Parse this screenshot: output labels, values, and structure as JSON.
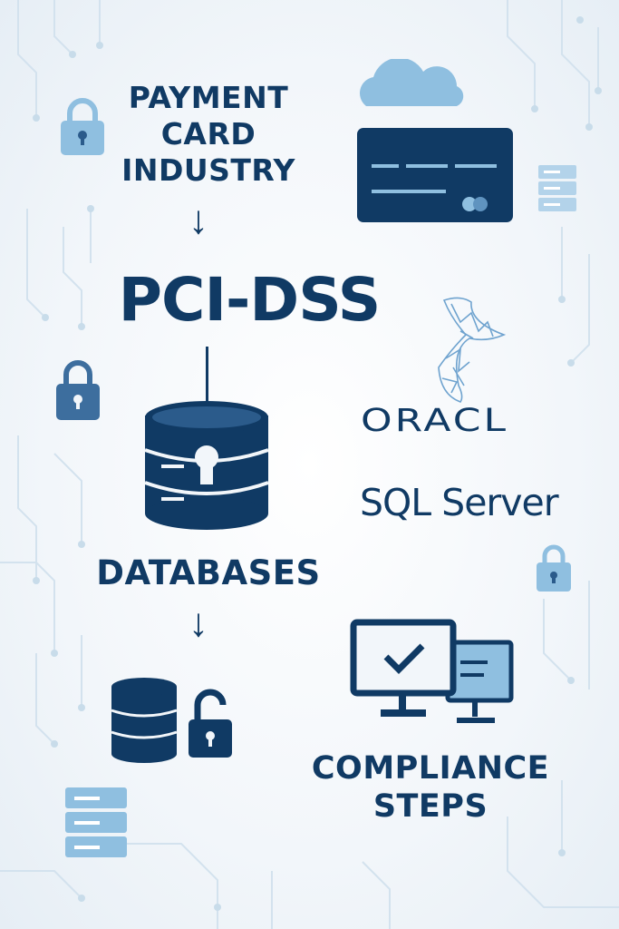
{
  "heading_top": [
    "PAYMENT",
    "CARD",
    "INDUSTRY"
  ],
  "main_title": "PCI-DSS",
  "databases_label": "DATABASES",
  "compliance_label": [
    "COMPLIANCE",
    "STEPS"
  ],
  "logos": {
    "oracle": "ORACL",
    "sql_server": "SQL Server"
  },
  "arrow_glyph": "↓",
  "colors": {
    "navy": "#103a64",
    "light_blue": "#8fbfe0",
    "background": "#f2f6fa"
  }
}
